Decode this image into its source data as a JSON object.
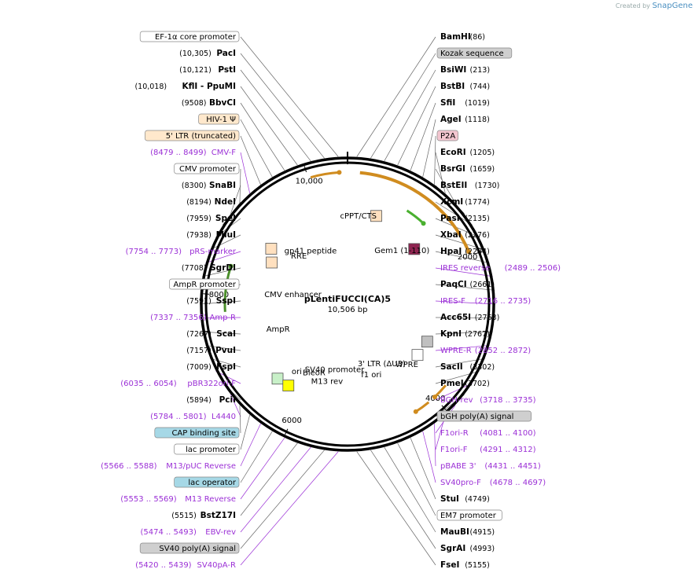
{
  "credit": {
    "prefix": "Created by",
    "brand": "SnapGene"
  },
  "plasmid": {
    "name": "pLentiFUCCI(CA)5",
    "length": "10,506 bp"
  },
  "ticks": [
    "2000",
    "4000",
    "6000",
    "8000",
    "10,000"
  ],
  "colors": {
    "primer": "#9b30d6",
    "orange_feature": "#d08c1f",
    "backbone": "#000000"
  },
  "labels": [
    {
      "text": "EF-1α core promoter",
      "kind": "box"
    },
    {
      "text": "PacI",
      "kind": "enzyme",
      "pos": "(10,305)"
    },
    {
      "text": "PstI",
      "kind": "enzyme",
      "pos": "(10,121)"
    },
    {
      "text": "KflI  - PpuMI",
      "kind": "enzyme",
      "pos": "(10,018)"
    },
    {
      "text": "BbvCI",
      "kind": "enzyme",
      "pos": "(9508)"
    },
    {
      "text": "HIV-1 Ψ",
      "kind": "box-orange"
    },
    {
      "text": "5' LTR (truncated)",
      "kind": "box-orange"
    },
    {
      "text": "CMV-F",
      "kind": "primer",
      "pos": "(8479 .. 8499)"
    },
    {
      "text": "CMV promoter",
      "kind": "box"
    },
    {
      "text": "SnaBI",
      "kind": "enzyme",
      "pos": "(8300)"
    },
    {
      "text": "NdeI",
      "kind": "enzyme",
      "pos": "(8194)"
    },
    {
      "text": "SpeI",
      "kind": "enzyme",
      "pos": "(7959)"
    },
    {
      "text": "MluI",
      "kind": "enzyme",
      "pos": "(7938)"
    },
    {
      "text": "pRS-marker",
      "kind": "primer",
      "pos": "(7754 .. 7773)"
    },
    {
      "text": "SgrDI",
      "kind": "enzyme",
      "pos": "(7708)"
    },
    {
      "text": "AmpR promoter",
      "kind": "box"
    },
    {
      "text": "SspI",
      "kind": "enzyme",
      "pos": "(7591)"
    },
    {
      "text": "Amp-R",
      "kind": "primer",
      "pos": "(7337 .. 7356)"
    },
    {
      "text": "ScaI",
      "kind": "enzyme",
      "pos": "(7267)"
    },
    {
      "text": "PvuI",
      "kind": "enzyme",
      "pos": "(7157)"
    },
    {
      "text": "FspI",
      "kind": "enzyme",
      "pos": "(7009)"
    },
    {
      "text": "pBR322ori-F",
      "kind": "primer",
      "pos": "(6035 .. 6054)"
    },
    {
      "text": "PciI",
      "kind": "enzyme",
      "pos": "(5894)"
    },
    {
      "text": "L4440",
      "kind": "primer",
      "pos": "(5784 .. 5801)"
    },
    {
      "text": "CAP binding site",
      "kind": "box-blue"
    },
    {
      "text": "lac promoter",
      "kind": "box"
    },
    {
      "text": "M13/pUC Reverse",
      "kind": "primer",
      "pos": "(5566 .. 5588)"
    },
    {
      "text": "lac operator",
      "kind": "box-blue"
    },
    {
      "text": "M13 Reverse",
      "kind": "primer",
      "pos": "(5553 .. 5569)"
    },
    {
      "text": "BstZ17I",
      "kind": "enzyme",
      "pos": "(5515)"
    },
    {
      "text": "EBV-rev",
      "kind": "primer",
      "pos": "(5474 .. 5493)"
    },
    {
      "text": "SV40 poly(A) signal",
      "kind": "box-gray"
    },
    {
      "text": "SV40pA-R",
      "kind": "primer",
      "pos": "(5420 .. 5439)"
    },
    {
      "text": "BamHI",
      "kind": "enzyme",
      "pos": "(86)"
    },
    {
      "text": "Kozak sequence",
      "kind": "box-gray"
    },
    {
      "text": "BsiWI",
      "kind": "enzyme",
      "pos": "(213)"
    },
    {
      "text": "BstBI",
      "kind": "enzyme",
      "pos": "(744)"
    },
    {
      "text": "SfiI",
      "kind": "enzyme",
      "pos": "(1019)"
    },
    {
      "text": "AgeI",
      "kind": "enzyme",
      "pos": "(1118)"
    },
    {
      "text": "P2A",
      "kind": "box-pink"
    },
    {
      "text": "EcoRI",
      "kind": "enzyme",
      "pos": "(1205)"
    },
    {
      "text": "BsrGI",
      "kind": "enzyme",
      "pos": "(1659)"
    },
    {
      "text": "BstEII",
      "kind": "enzyme",
      "pos": "(1730)"
    },
    {
      "text": "XcmI",
      "kind": "enzyme",
      "pos": "(1774)"
    },
    {
      "text": "PasI",
      "kind": "enzyme",
      "pos": "(2135)"
    },
    {
      "text": "XbaI",
      "kind": "enzyme",
      "pos": "(2276)"
    },
    {
      "text": "HpaI",
      "kind": "enzyme",
      "pos": "(2284)"
    },
    {
      "text": "IRES reverse",
      "kind": "primer",
      "pos": "(2489 .. 2506)"
    },
    {
      "text": "PaqCI",
      "kind": "enzyme",
      "pos": "(2661)"
    },
    {
      "text": "IRES-F",
      "kind": "primer",
      "pos": "(2716 .. 2735)"
    },
    {
      "text": "Acc65I",
      "kind": "enzyme",
      "pos": "(2763)"
    },
    {
      "text": "KpnI",
      "kind": "enzyme",
      "pos": "(2767)"
    },
    {
      "text": "WPRE-R",
      "kind": "primer",
      "pos": "(2852 .. 2872)"
    },
    {
      "text": "SacII",
      "kind": "enzyme",
      "pos": "(3302)"
    },
    {
      "text": "PmeI",
      "kind": "enzyme",
      "pos": "(3702)"
    },
    {
      "text": "BGH-rev",
      "kind": "primer",
      "pos": "(3718 .. 3735)"
    },
    {
      "text": "bGH poly(A) signal",
      "kind": "box-gray"
    },
    {
      "text": "F1ori-R",
      "kind": "primer",
      "pos": "(4081 .. 4100)"
    },
    {
      "text": "F1ori-F",
      "kind": "primer",
      "pos": "(4291 .. 4312)"
    },
    {
      "text": "pBABE 3'",
      "kind": "primer",
      "pos": "(4431 .. 4451)"
    },
    {
      "text": "SV40pro-F",
      "kind": "primer",
      "pos": "(4678 .. 4697)"
    },
    {
      "text": "StuI",
      "kind": "enzyme",
      "pos": "(4749)"
    },
    {
      "text": "EM7 promoter",
      "kind": "box"
    },
    {
      "text": "MauBI",
      "kind": "enzyme",
      "pos": "(4915)"
    },
    {
      "text": "SgrAI",
      "kind": "enzyme",
      "pos": "(4993)"
    },
    {
      "text": "FseI",
      "kind": "enzyme",
      "pos": "(5155)"
    }
  ],
  "inner_labels": [
    "cPPT/CTS",
    "RRE",
    "gp41 peptide",
    "Gem1 (1-110)",
    "CMV enhancer",
    "AmpR",
    "ori",
    "SV40 promoter",
    "M13 rev",
    "BleoR",
    "f1 ori",
    "3' LTR (ΔU3)",
    "WPRE"
  ]
}
